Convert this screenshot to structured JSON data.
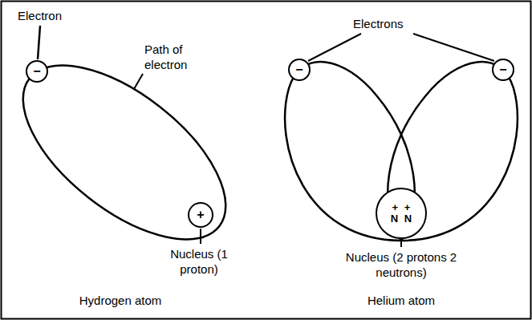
{
  "diagram": {
    "nodes": [
      {
        "text": [
          "−"
        ]
      },
      {
        "text": [
          "−"
        ]
      },
      {
        "text": [
          "−"
        ]
      },
      {
        "text": [
          "+"
        ]
      },
      {
        "text": [
          "+ +",
          "N N"
        ]
      }
    ],
    "labels": [
      "Electron",
      "Path of electron",
      "Nucleus (1 proton)",
      "Hydrogen atom",
      "Electrons",
      "Nucleus (2 protons 2 neutrons)",
      "Helium atom"
    ]
  }
}
